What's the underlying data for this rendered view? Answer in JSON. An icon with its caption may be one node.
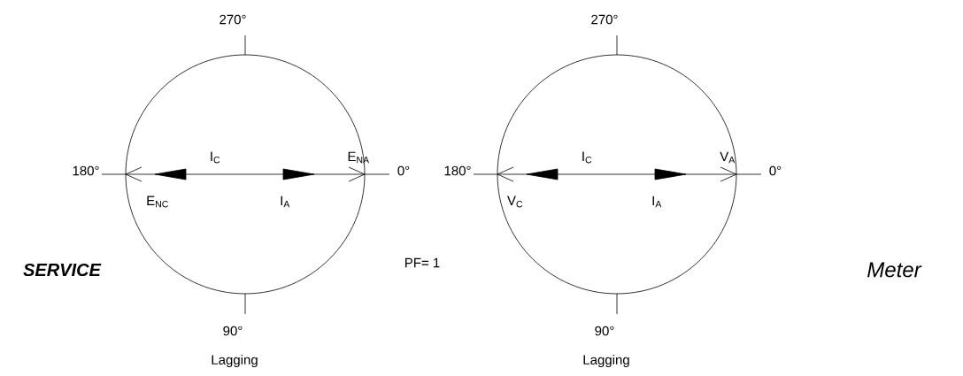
{
  "diagram": {
    "labels": [
      "270°",
      "270°",
      "I$_{C}$",
      "E$_{NA}$",
      "I$_{C}$",
      "V$_{A}$",
      "180°",
      "0°",
      "180°",
      "0°",
      "E$_{NC}$",
      "I$_{A}$",
      "V$_{C}$",
      "I$_{A}$",
      "SERVICE",
      "PF= 1",
      "Meter",
      "90°",
      "90°",
      "Lagging",
      "Lagging"
    ]
  }
}
